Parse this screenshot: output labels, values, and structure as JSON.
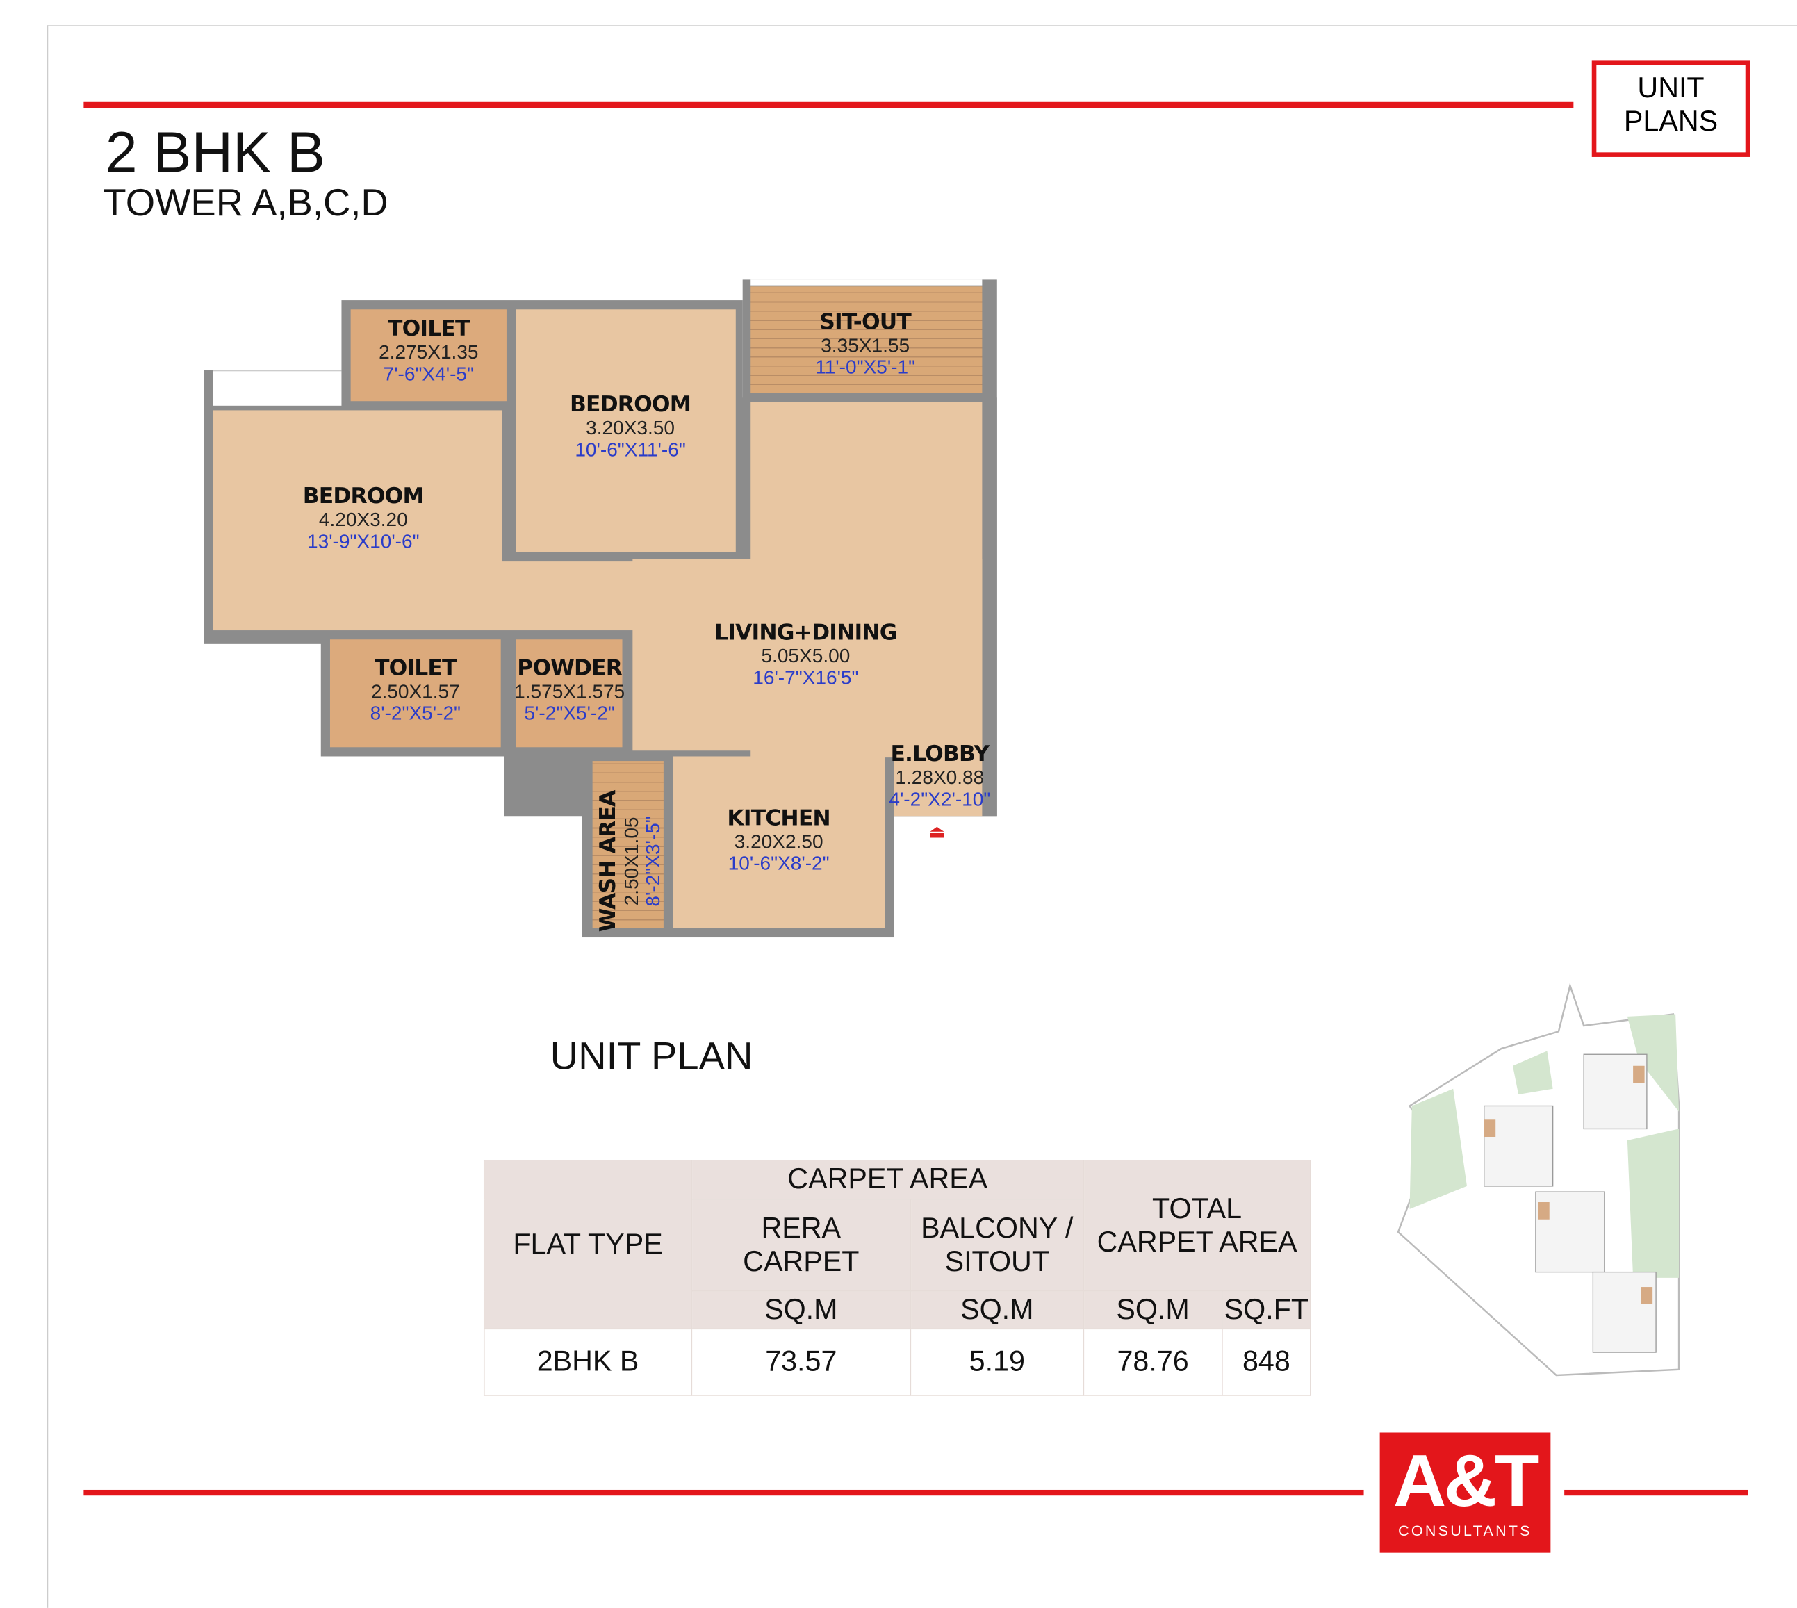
{
  "header": {
    "title": "2 BHK B",
    "subtitle": "TOWER A,B,C,D",
    "badge": "UNIT PLANS"
  },
  "colors": {
    "accent": "#e3161b",
    "room": "#e8c6a2",
    "wet_room": "#dcaa7c",
    "wall": "#8c8c8c",
    "imperial_dims": "#2a3cc9"
  },
  "rooms": [
    {
      "name": "TOILET",
      "metric": "2.275X1.35",
      "imperial": "7'-6\"X4'-5\""
    },
    {
      "name": "BEDROOM",
      "metric": "3.20X3.50",
      "imperial": "10'-6\"X11'-6\""
    },
    {
      "name": "SIT-OUT",
      "metric": "3.35X1.55",
      "imperial": "11'-0\"X5'-1\""
    },
    {
      "name": "BEDROOM",
      "metric": "4.20X3.20",
      "imperial": "13'-9\"X10'-6\""
    },
    {
      "name": "LIVING+DINING",
      "metric": "5.05X5.00",
      "imperial": "16'-7\"X16'5\""
    },
    {
      "name": "TOILET",
      "metric": "2.50X1.57",
      "imperial": "8'-2\"X5'-2\""
    },
    {
      "name": "POWDER",
      "metric": "1.575X1.575",
      "imperial": "5'-2\"X5'-2\""
    },
    {
      "name": "E.LOBBY",
      "metric": "1.28X0.88",
      "imperial": "4'-2\"X2'-10\""
    },
    {
      "name": "KITCHEN",
      "metric": "3.20X2.50",
      "imperial": "10'-6\"X8'-2\""
    },
    {
      "name": "WASH AREA",
      "metric": "2.50X1.05",
      "imperial": "8'-2\"X3'-5\""
    }
  ],
  "plan_caption": "UNIT PLAN",
  "table": {
    "flat_type": "FLAT TYPE",
    "carpet_area": "CARPET  AREA",
    "rera_carpet": "RERA CARPET",
    "balcony": "BALCONY / SITOUT",
    "total": "TOTAL CARPET AREA",
    "units": [
      "SQ.M",
      "SQ.M",
      "SQ.M",
      "SQ.FT"
    ],
    "row": {
      "type": "2BHK B",
      "rera": "73.57",
      "balcony": "5.19",
      "total_sqm": "78.76",
      "total_sqft": "848"
    }
  },
  "logo": {
    "text": "A&T",
    "sub": "CONSULTANTS"
  }
}
